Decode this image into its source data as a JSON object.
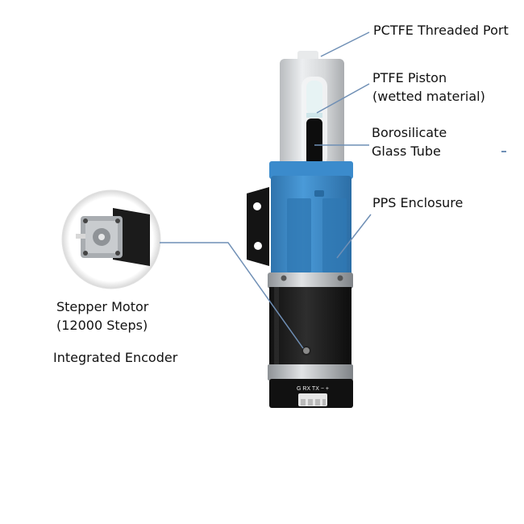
{
  "labels": {
    "port": "PCTFE Threaded Port",
    "piston_1": "PTFE Piston",
    "piston_2": "(wetted material)",
    "tube_1": "Borosilicate",
    "tube_2": "Glass Tube",
    "enclosure": "PPS Enclosure",
    "motor_1": "Stepper Motor",
    "motor_2": "(12000 Steps)",
    "encoder": "Integrated Encoder"
  },
  "connector": {
    "pins": "G RX TX − +"
  },
  "colors": {
    "leader_line": "#6f8fb5",
    "enclosure_blue": "#3f8fd0",
    "motor_black": "#1c1c1c",
    "cylinder_grey": "#d4d6d8"
  }
}
